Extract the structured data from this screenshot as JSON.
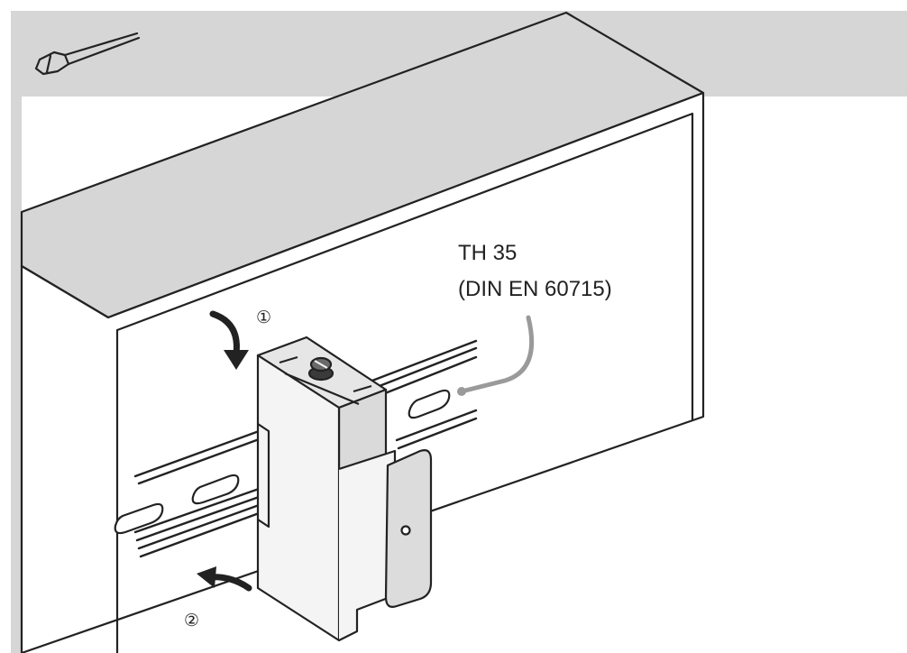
{
  "colors": {
    "header_band": "#d6d6d6",
    "line": "#222222",
    "device_fill": "#f4f4f4",
    "lid_fill": "#dcdcdc",
    "leader": "#9a9a9a"
  },
  "icons": {
    "tool": "screwdriver-icon",
    "step_1_arrow": "arrow-down-curved-icon",
    "step_2_arrow": "arrow-left-curved-icon"
  },
  "rail": {
    "name_line_1": "TH 35",
    "name_line_2": "(DIN EN 60715)"
  },
  "steps": {
    "step_1": "①",
    "step_2": "②"
  }
}
